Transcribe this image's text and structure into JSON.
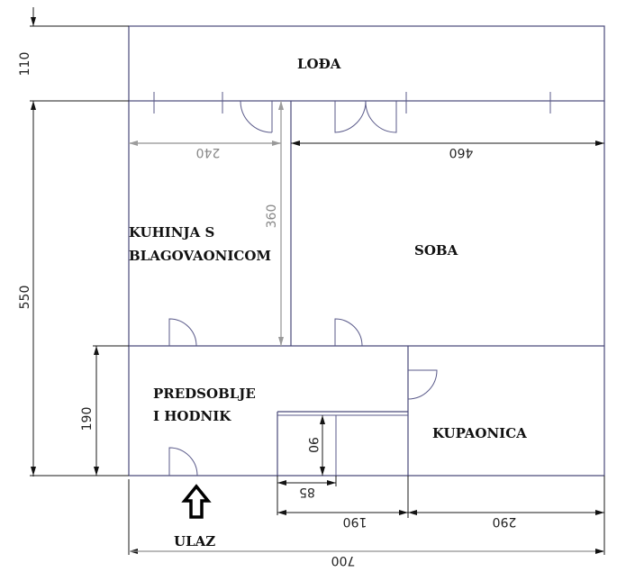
{
  "plan": {
    "rooms": {
      "loggia": "LOĐA",
      "kitchen_line1": "KUHINJA S",
      "kitchen_line2": "BLAGOVAONICOM",
      "room": "SOBA",
      "hall_line1": "PREDSOBLJE",
      "hall_line2": "I HODNIK",
      "bathroom": "KUPAONICA",
      "entrance": "ULAZ"
    },
    "dimensions": {
      "loggia_depth": "110",
      "total_depth": "550",
      "hall_depth": "190",
      "kitchen_width": "240",
      "room_width": "460",
      "kitchen_depth": "360",
      "closet_depth": "90",
      "closet_width": "85",
      "hall_lower_width": "190",
      "bathroom_width": "290",
      "total_width": "700"
    },
    "colors": {
      "wall": "#4a4a7a",
      "dimension_line": "#1a1a1a",
      "dimension_gray": "#a0a0a0",
      "label": "#111111"
    }
  }
}
